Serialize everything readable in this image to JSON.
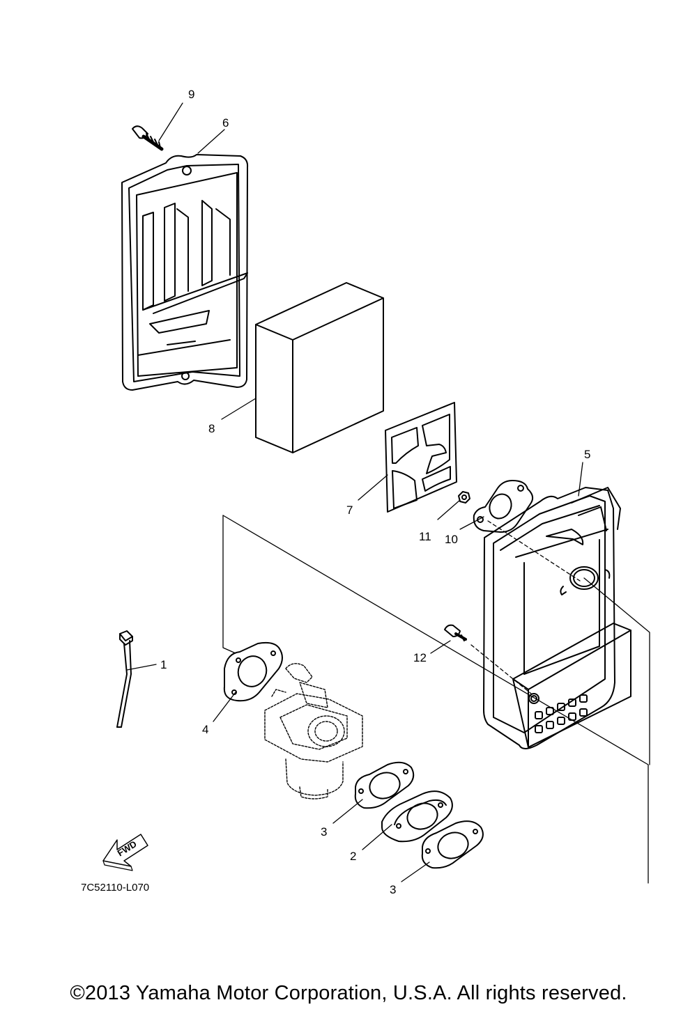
{
  "callouts": [
    {
      "id": "p1",
      "label": "1"
    },
    {
      "id": "p2",
      "label": "2"
    },
    {
      "id": "p3a",
      "label": "3"
    },
    {
      "id": "p3b",
      "label": "3"
    },
    {
      "id": "p4",
      "label": "4"
    },
    {
      "id": "p5",
      "label": "5"
    },
    {
      "id": "p6",
      "label": "6"
    },
    {
      "id": "p7",
      "label": "7"
    },
    {
      "id": "p8",
      "label": "8"
    },
    {
      "id": "p9",
      "label": "9"
    },
    {
      "id": "p10",
      "label": "10"
    },
    {
      "id": "p11",
      "label": "11"
    },
    {
      "id": "p12",
      "label": "12"
    }
  ],
  "fwd_label": "FWD",
  "diagram_code": "7C52110-L070",
  "copyright": "©2013 Yamaha Motor Corporation, U.S.A. All rights reserved."
}
